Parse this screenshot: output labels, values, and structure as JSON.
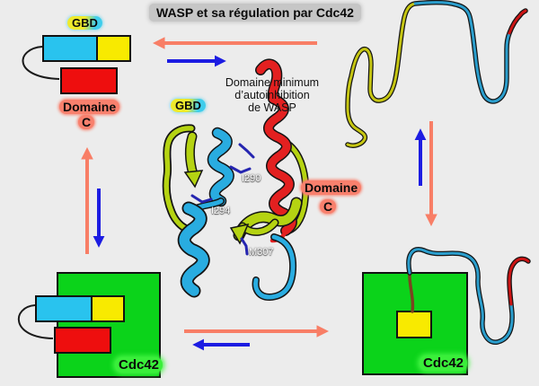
{
  "title": "WASP et sa régulation par Cdc42",
  "open_wasp": {
    "gbd_label": "GBD",
    "domaine_label": "Domaine",
    "domaine_c_label": "C"
  },
  "folded_wasp": {
    "caption_line1": "Domaine minimum",
    "caption_line2": "d’autoinhibition",
    "caption_line3": "de WASP",
    "gbd_label": "GBD",
    "domaine_label": "Domaine",
    "domaine_c_label": "C",
    "residue_i290": "I290",
    "residue_i294": "I294",
    "residue_m307": "M307"
  },
  "cdc42_bound_closed": {
    "cdc42_label": "Cdc42"
  },
  "cdc42_bound_open": {
    "cdc42_label": "Cdc42"
  },
  "colors": {
    "background": "#ececec",
    "title_background": "#c6c6c6",
    "domain_gbd_cyan": "#29c3ee",
    "domain_yellow": "#f8ea00",
    "domain_c_red": "#ee0e0e",
    "cdc42_green": "#0bd31a",
    "arrow_salmon": "#f87e66",
    "arrow_blue": "#1c1ce2",
    "label_salmon_bg": "#f8806d",
    "gbd_label_yellow": "#eeea2c",
    "gbd_label_cyan": "#3fcdec",
    "cdc42_label_green": "#3aef3a",
    "ribbon_cyan": "#29ace0",
    "ribbon_chartreuse": "#b5d312",
    "ribbon_red": "#e32020",
    "chain_olive": "#c6c612",
    "chain_teal": "#2b9ecd",
    "chain_red": "#cc1414",
    "chain_brown": "#7a4520",
    "residue_stick_blue": "#2525b0",
    "residue_text": "#ffffff"
  }
}
